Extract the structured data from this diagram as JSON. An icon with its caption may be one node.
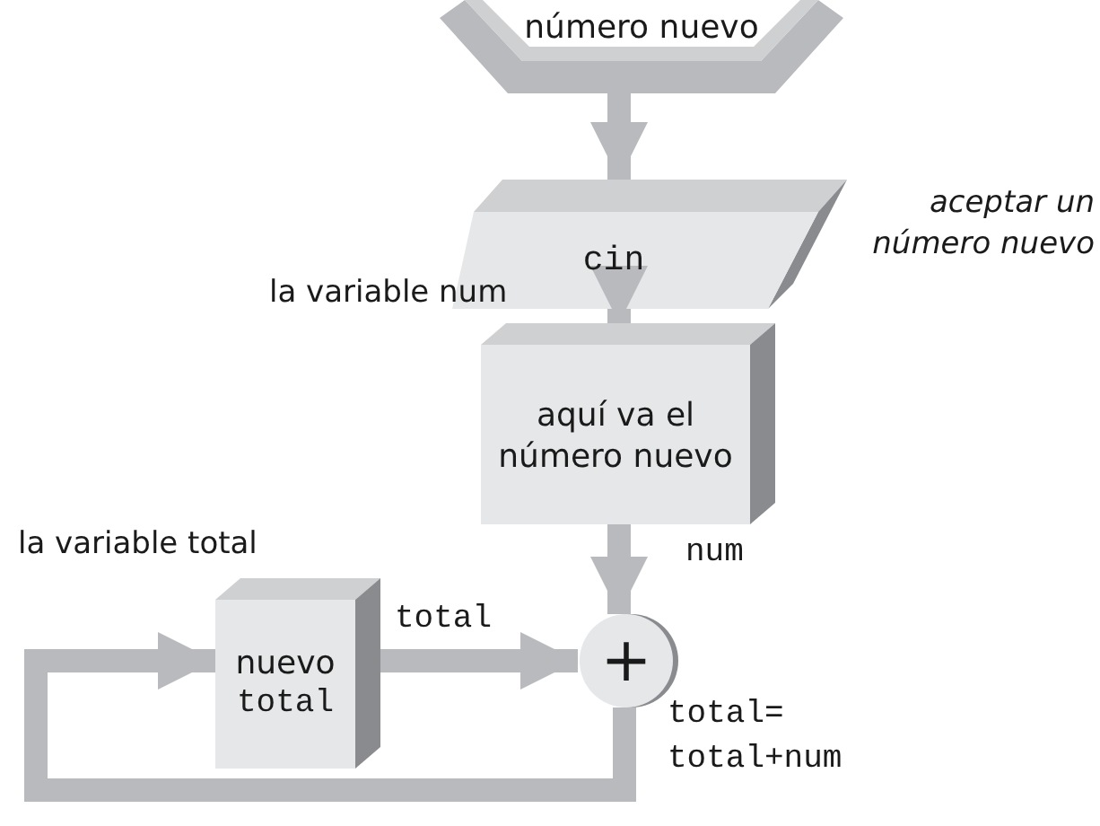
{
  "diagram": {
    "nodes": [
      {
        "text": [
          "número nuevo"
        ]
      },
      {
        "text": [
          "cin"
        ],
        "beside": [
          "aceptar un número nuevo"
        ]
      },
      {
        "text": [
          "aquí va el número nuevo"
        ]
      },
      {
        "text": [
          "nuevo",
          "total"
        ],
        "beside": [
          "la variable total"
        ]
      },
      {
        "text": [
          "+"
        ]
      }
    ],
    "edges": [
      {
        "from": 0,
        "to": 1,
        "arrow": "to"
      },
      {
        "from": 1,
        "to": 2,
        "arrow": "to"
      },
      {
        "from": 2,
        "to": 4,
        "arrow": "to",
        "label": "num"
      },
      {
        "from": 3,
        "to": 4,
        "arrow": "to",
        "label": "total"
      },
      {
        "from": 4,
        "to": 3,
        "arrow": "to",
        "label": "total= total+num"
      }
    ],
    "labels": [
      "la variable num"
    ]
  }
}
